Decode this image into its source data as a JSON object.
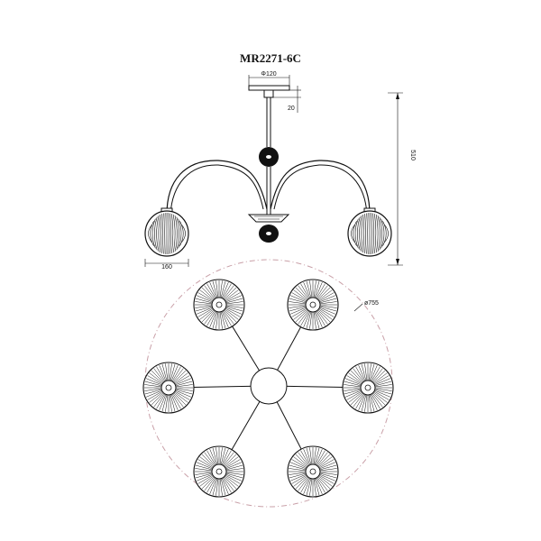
{
  "title": "MR2271-6C",
  "dimensions": {
    "canopy_diameter": "Φ120",
    "canopy_height": "20",
    "overall_height": "510",
    "shade_width": "160",
    "overall_diameter": "ø755"
  },
  "colors": {
    "line": "#111111",
    "dashed_circle": "#c9a0a8"
  }
}
